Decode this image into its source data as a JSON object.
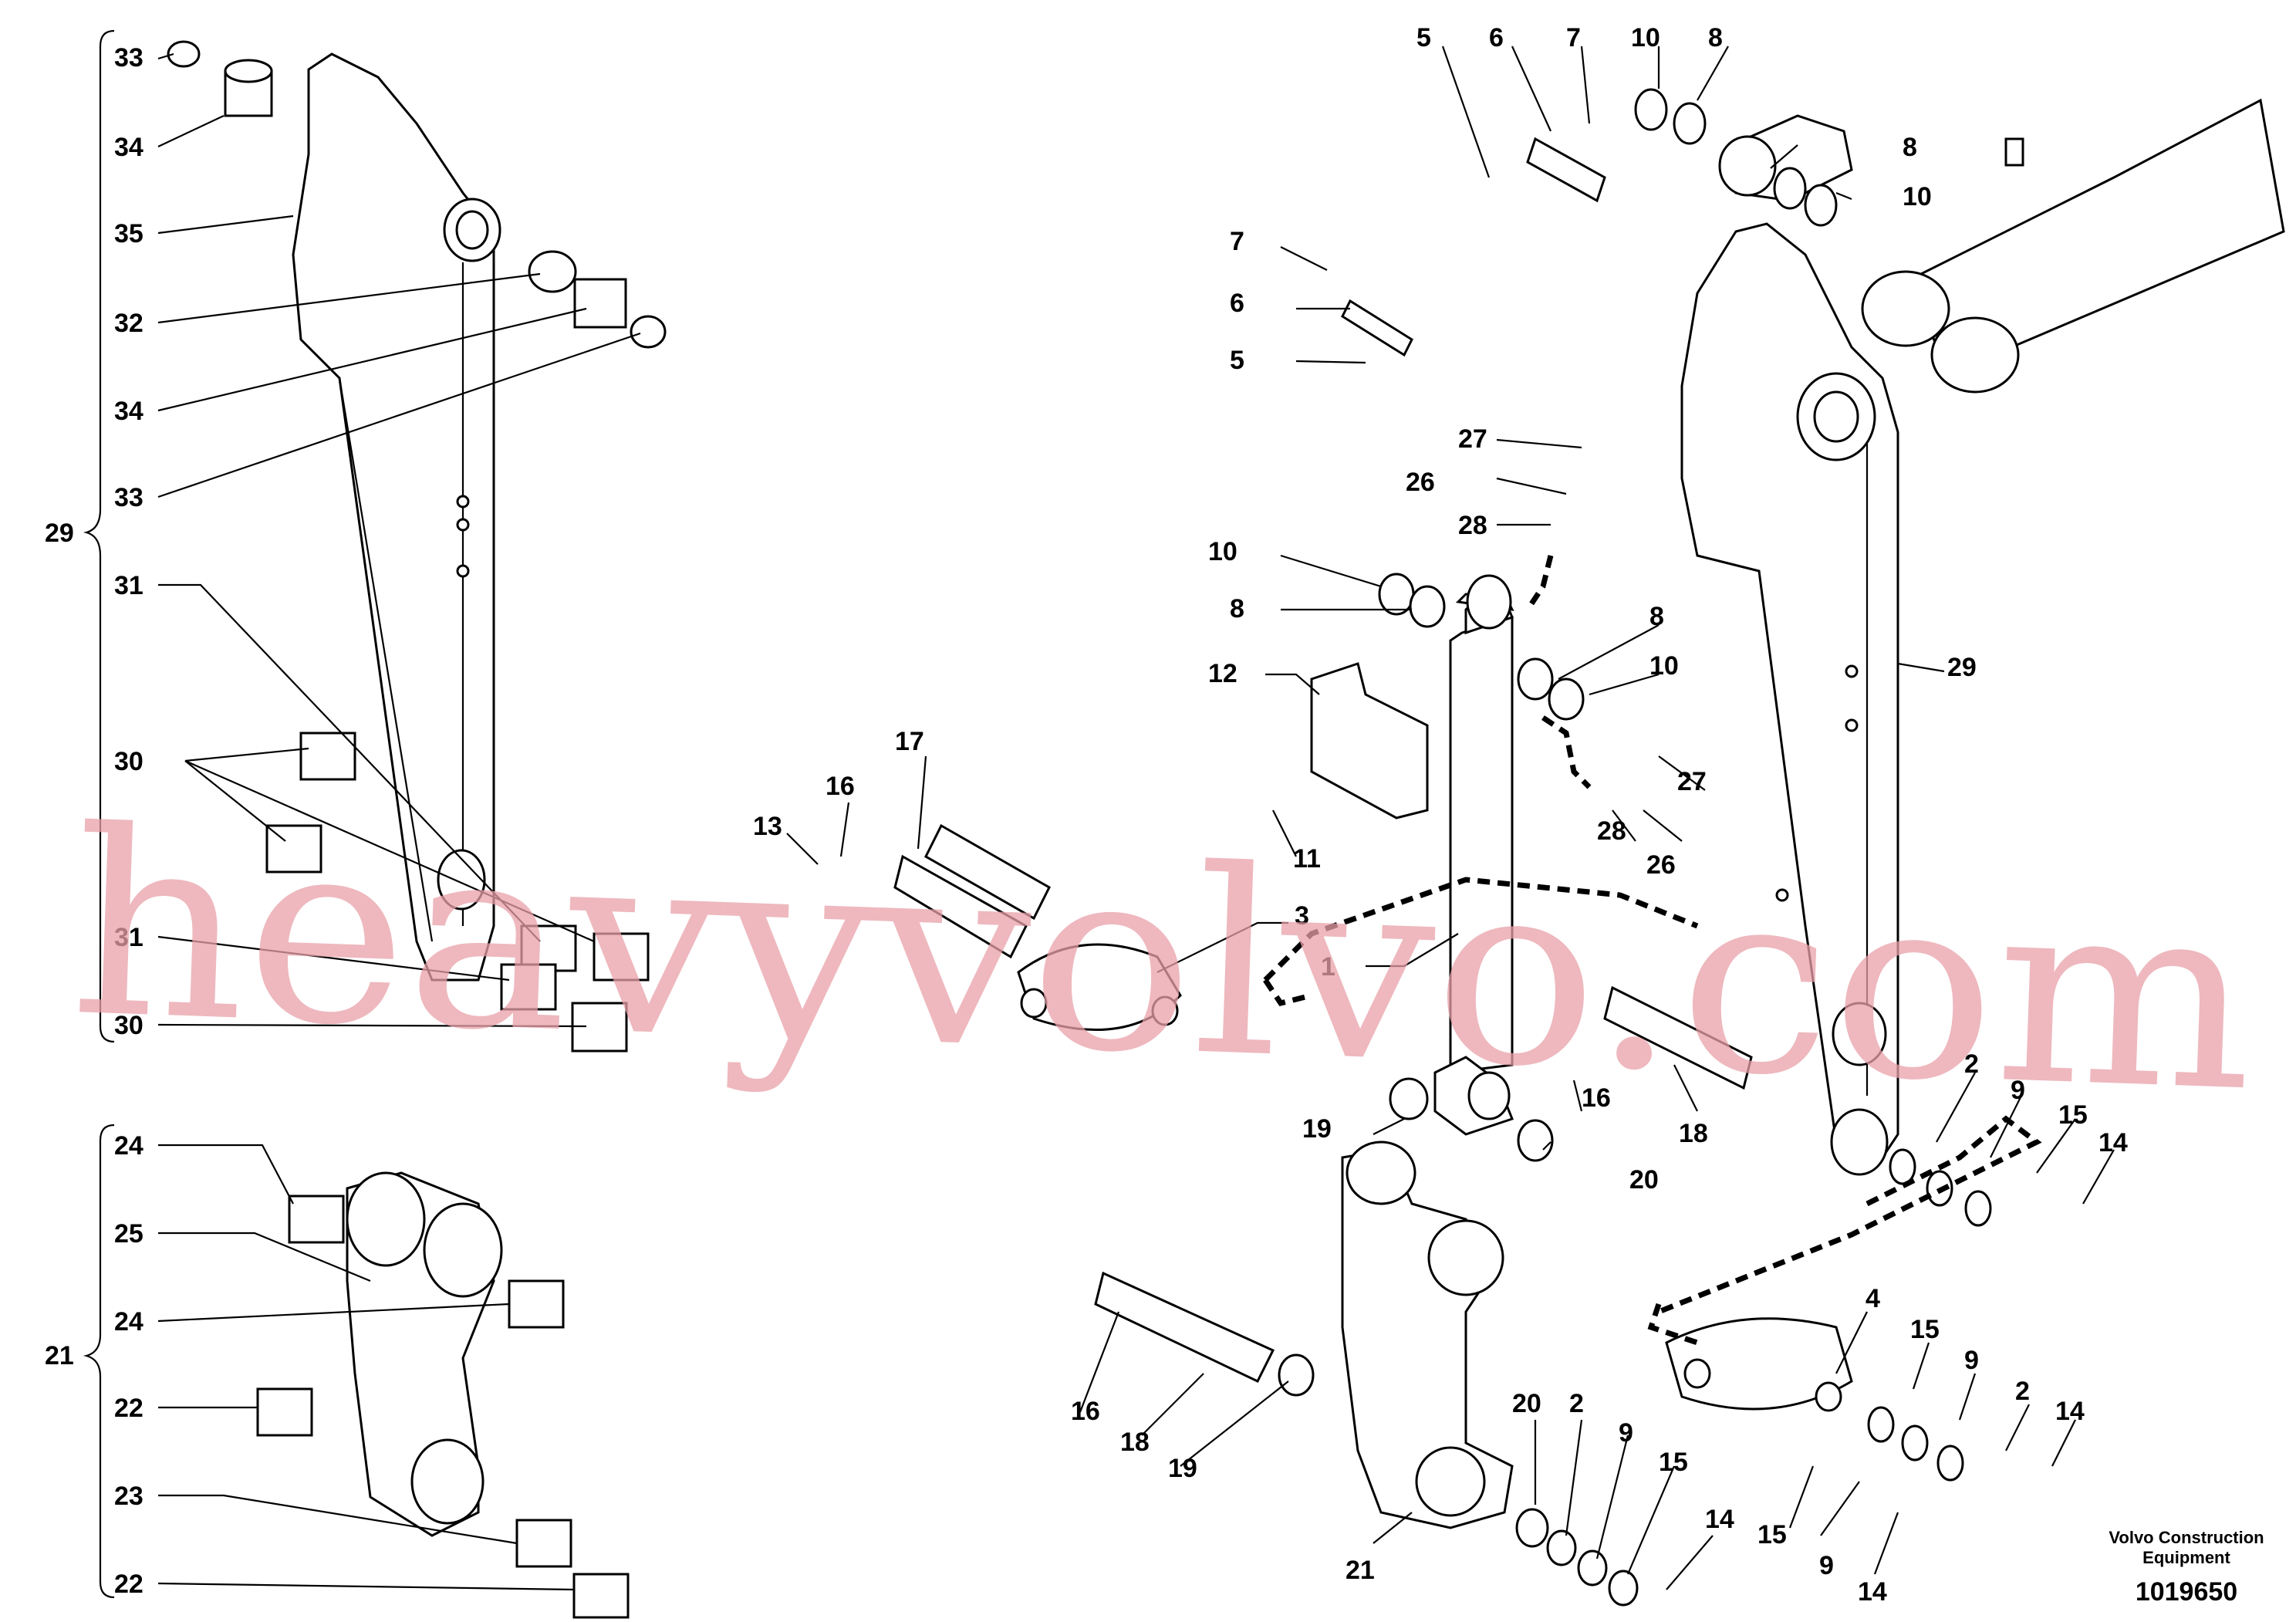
{
  "footer": {
    "maker_line1": "Volvo Construction",
    "maker_line2": "Equipment",
    "drawing_number": "1019650"
  },
  "watermark": "heavyvolvo.com",
  "callouts_right": [
    "5",
    "6",
    "7",
    "10",
    "8",
    "8",
    "10",
    "7",
    "6",
    "5",
    "27",
    "26",
    "28",
    "10",
    "8",
    "8",
    "10",
    "12",
    "29",
    "27",
    "28",
    "26",
    "11",
    "17",
    "16",
    "13",
    "3",
    "1",
    "16",
    "18",
    "19",
    "20",
    "2",
    "9",
    "15",
    "14",
    "4",
    "15",
    "9",
    "2",
    "14",
    "16",
    "18",
    "19",
    "20",
    "2",
    "9",
    "15",
    "14",
    "15",
    "9",
    "14",
    "21"
  ],
  "bracket_29": {
    "group_label": "29",
    "items": [
      "33",
      "34",
      "35",
      "32",
      "34",
      "33",
      "31",
      "30",
      "31",
      "30"
    ]
  },
  "bracket_21": {
    "group_label": "21",
    "items": [
      "24",
      "25",
      "24",
      "22",
      "23",
      "22"
    ]
  }
}
